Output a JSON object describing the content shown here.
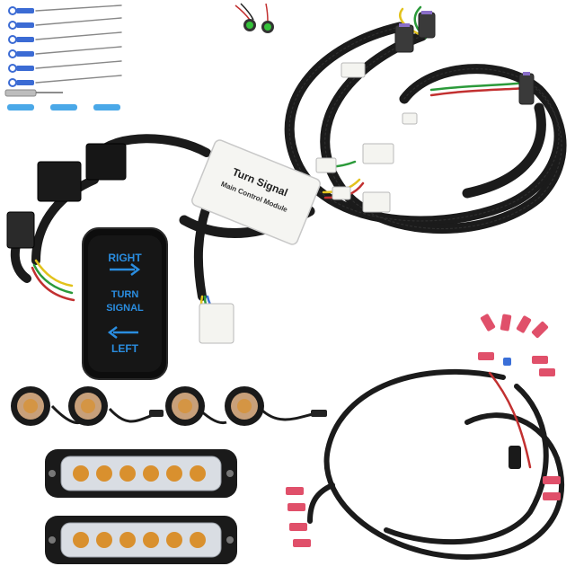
{
  "switch": {
    "right_label": "RIGHT",
    "turn_label": "TURN",
    "signal_label": "SIGNAL",
    "left_label": "LEFT",
    "legend_color": "#2a8de0"
  },
  "module": {
    "title": "Turn Signal",
    "subtitle": "Main Control Module"
  },
  "colors": {
    "cable": "#1b1b1b",
    "connector": "#f4f4f0",
    "terminal_red": "#e0506a",
    "terminal_blue": "#3a6fd8",
    "led_amber": "#d9902e"
  }
}
